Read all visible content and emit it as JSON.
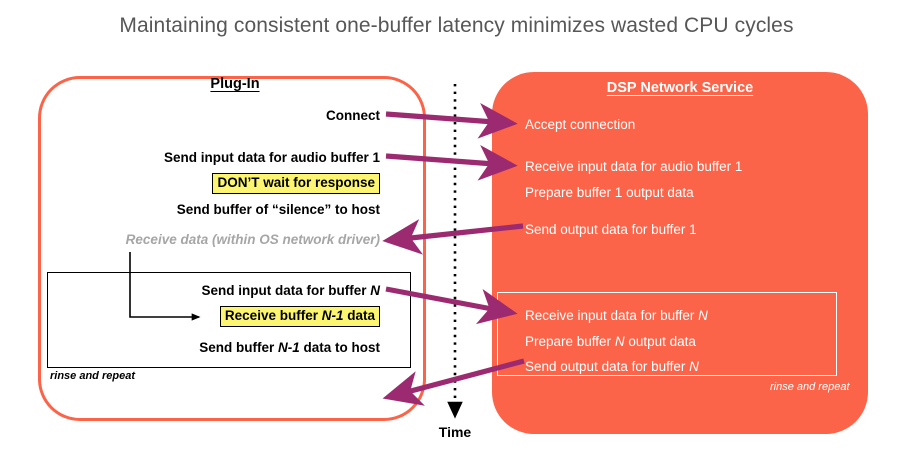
{
  "title": "Maintaining consistent one-buffer latency minimizes wasted CPU cycles",
  "colors": {
    "coral": "#fb6449",
    "arrow": "#9c2a70",
    "highlight": "#fbf571",
    "title_text": "#575757",
    "gray_text": "#a6a6a6",
    "white": "#ffffff",
    "black": "#000000"
  },
  "left_panel": {
    "header": "Plug-In",
    "rows": [
      {
        "id": "connect",
        "text": "Connect",
        "style": "bold"
      },
      {
        "id": "send-input-1",
        "text": "Send input data for audio buffer 1",
        "style": "bold"
      },
      {
        "id": "dont-wait",
        "text": "DON’T wait for response",
        "style": "highlight"
      },
      {
        "id": "send-silence",
        "text": "Send buffer of “silence” to host",
        "style": "bold"
      },
      {
        "id": "receive-data-os",
        "text": "Receive data (within OS network driver)",
        "style": "gray-italic"
      },
      {
        "id": "send-input-n",
        "text": "Send input data for buffer N",
        "style": "bold-italic-n"
      },
      {
        "id": "receive-n-1",
        "text": "Receive buffer N-1 data",
        "style": "highlight-italic-n"
      },
      {
        "id": "send-n-1-host",
        "text": "Send buffer N-1 data to host",
        "style": "bold-italic-n"
      }
    ],
    "loop_note": "rinse and repeat"
  },
  "right_panel": {
    "header": "DSP Network Service",
    "rows": [
      {
        "id": "accept-connection",
        "text": "Accept connection"
      },
      {
        "id": "receive-input-1",
        "text": "Receive input data for audio buffer 1"
      },
      {
        "id": "prepare-1",
        "text": "Prepare buffer 1 output data"
      },
      {
        "id": "send-output-1",
        "text": "Send output data for buffer 1"
      },
      {
        "id": "receive-input-n",
        "text": "Receive input data for buffer N"
      },
      {
        "id": "prepare-n",
        "text": "Prepare buffer N output data"
      },
      {
        "id": "send-output-n",
        "text": "Send output data for buffer N"
      }
    ],
    "loop_note": "rinse and repeat"
  },
  "time_axis": {
    "label": "Time",
    "direction": "downward"
  },
  "arrows": [
    {
      "id": "connect-to-accept",
      "direction": "right"
    },
    {
      "id": "send-input-1-to-receive-input-1",
      "direction": "right"
    },
    {
      "id": "send-output-1-to-receive-data",
      "direction": "left"
    },
    {
      "id": "send-input-n-to-receive-input-n",
      "direction": "right"
    },
    {
      "id": "send-output-n-to-plugin",
      "direction": "left"
    },
    {
      "id": "os-driver-to-receive-n-1",
      "direction": "right-elbow"
    }
  ]
}
